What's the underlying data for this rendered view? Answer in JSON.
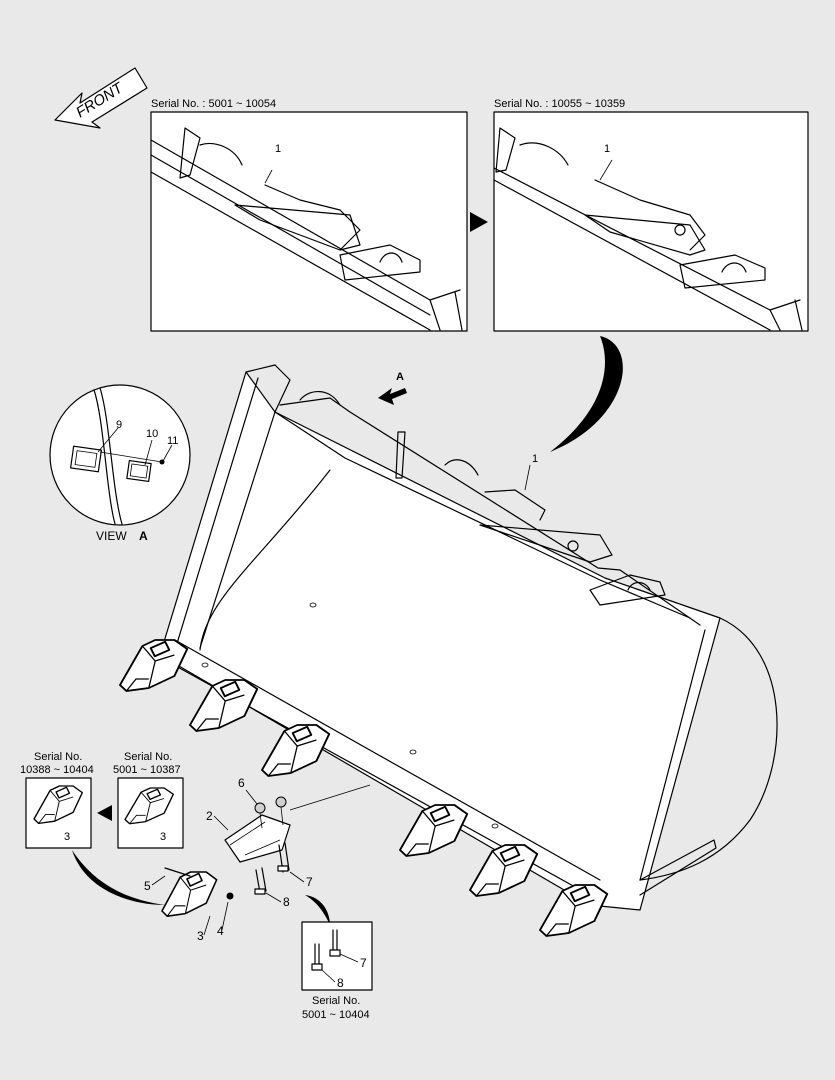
{
  "front_arrow": {
    "label": "FRONT"
  },
  "inset_left": {
    "serial": "Serial No. : 5001 ~ 10054",
    "part": "1"
  },
  "inset_right": {
    "serial": "Serial No. : 10055 ~ 10359",
    "part": "1"
  },
  "view_a": {
    "arrow_label": "A",
    "caption": "VIEW",
    "caption_letter": "A",
    "parts": [
      "9",
      "10",
      "11"
    ]
  },
  "bucket": {
    "part": "1"
  },
  "tooth_old": {
    "serial_line1": "Serial No.",
    "serial_line2": "10388 ~ 10404",
    "part": "3"
  },
  "tooth_new": {
    "serial_line1": "Serial No.",
    "serial_line2": "5001 ~ 10387",
    "part": "3"
  },
  "adapter_group": {
    "parts": [
      "2",
      "3",
      "4",
      "5",
      "6",
      "7",
      "8"
    ]
  },
  "bolt_box": {
    "serial_line1": "Serial No.",
    "serial_line2": "5001 ~ 10404",
    "parts": [
      "7",
      "8"
    ]
  }
}
